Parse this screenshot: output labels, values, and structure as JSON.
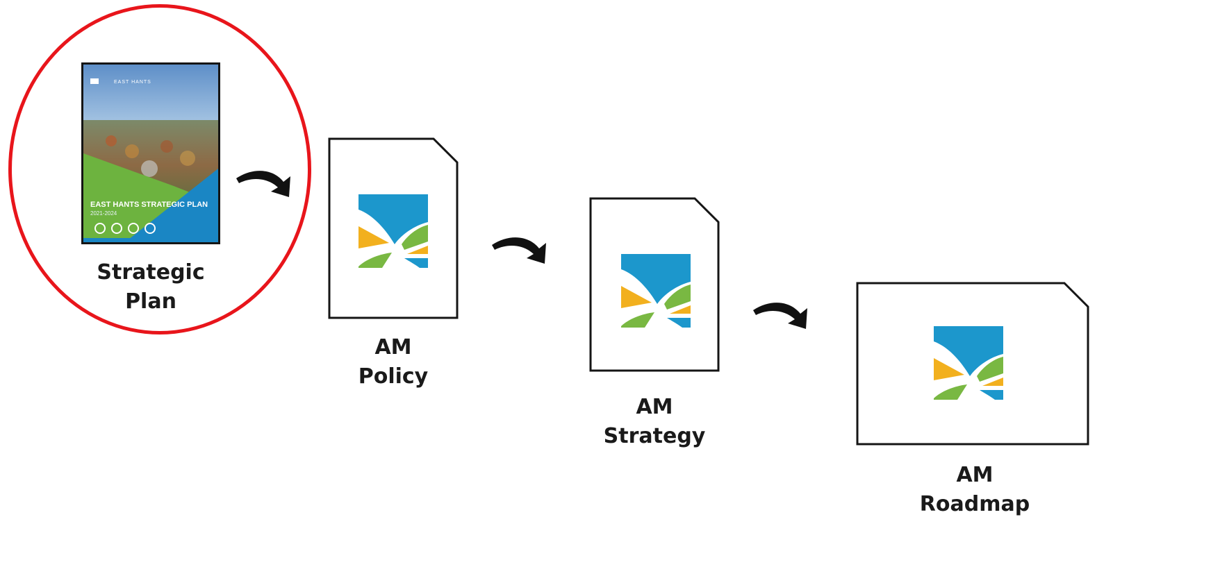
{
  "nodes": {
    "strategic_plan": {
      "label_line1": "Strategic",
      "label_line2": "Plan",
      "cover_title": "EAST HANTS STRATEGIC PLAN",
      "cover_years": "2021-2024",
      "cover_brand": "EAST HANTS"
    },
    "am_policy": {
      "label_line1": "AM",
      "label_line2": "Policy"
    },
    "am_strategy": {
      "label_line1": "AM",
      "label_line2": "Strategy"
    },
    "am_roadmap": {
      "label_line1": "AM",
      "label_line2": "Roadmap"
    }
  },
  "colors": {
    "highlight": "#e8151b",
    "logo_blue": "#1c97cc",
    "logo_gold": "#f2b01e",
    "logo_green": "#79b842",
    "outline": "#151515"
  }
}
